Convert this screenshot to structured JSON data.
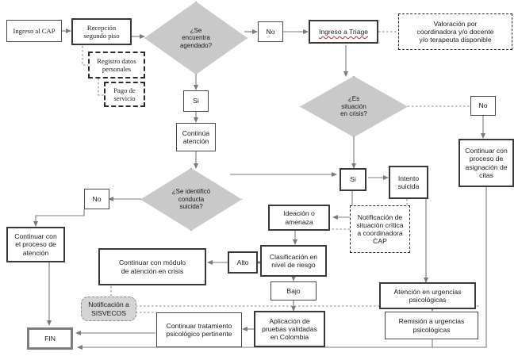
{
  "diagram": {
    "title": "Flujograma de atencion CAP - conducta suicida",
    "colors": {
      "decision_fill": "#c9c9c9",
      "note_fill": "#d4d4d4",
      "line": "#7a7a7a",
      "border_bold": "#3a3a3a",
      "border_thin": "#4a4a4a",
      "text": "#1a1a1a",
      "page_background": "#ffffff"
    },
    "nodes": [
      {
        "id": "ingreso_cap",
        "label": "Ingreso al CAP",
        "shape": "rect-thin"
      },
      {
        "id": "recepcion",
        "label": "Recepción\nsegundo piso",
        "shape": "rect-bold"
      },
      {
        "id": "registro_datos",
        "label": "Registro datos\npersonales",
        "shape": "rect-dashed-bold"
      },
      {
        "id": "pago_servicio",
        "label": "Pago de\nservicio",
        "shape": "rect-dashed-bold"
      },
      {
        "id": "dec_agendado",
        "label": "¿Se\nencuentra\nagendado?",
        "shape": "diamond"
      },
      {
        "id": "no_1",
        "label": "No",
        "shape": "rect-thin"
      },
      {
        "id": "si_1",
        "label": "Si",
        "shape": "rect-thin"
      },
      {
        "id": "continua_atencion",
        "label": "Continúa\natención",
        "shape": "rect-thin"
      },
      {
        "id": "ingreso_triage",
        "label": "Ingreso a Triage",
        "shape": "rect-bold"
      },
      {
        "id": "valoracion",
        "label": "Valoración por\ncoordinadora y/o docente\ny/o terapeuta disponible",
        "shape": "rect-dashed"
      },
      {
        "id": "dec_crisis",
        "label": "¿Es\nsituación\nen crisis?",
        "shape": "diamond"
      },
      {
        "id": "no_2",
        "label": "No",
        "shape": "rect-thin"
      },
      {
        "id": "continuar_citas",
        "label": "Continuar con\nproceso de\nasignación de\ncitas",
        "shape": "rect-bold"
      },
      {
        "id": "si_2",
        "label": "Si",
        "shape": "rect-bold"
      },
      {
        "id": "intento_suicida",
        "label": "Intento\nsuicida",
        "shape": "rect-bold"
      },
      {
        "id": "dec_conducta",
        "label": "¿Se identificó\nconducta\nsuicida?",
        "shape": "diamond"
      },
      {
        "id": "no_3",
        "label": "No",
        "shape": "rect-thin"
      },
      {
        "id": "continuar_proceso",
        "label": "Continuar con\nel proceso de\natención",
        "shape": "rect-bold"
      },
      {
        "id": "ideacion",
        "label": "Ideación o\namenaza",
        "shape": "rect-bold"
      },
      {
        "id": "notif_critica",
        "label": "Notificación de\nsituación crítica\na coordinadora\nCAP",
        "shape": "rect-dashed"
      },
      {
        "id": "clasificacion",
        "label": "Clasificación en\nnivel de riesgo",
        "shape": "rect-bold"
      },
      {
        "id": "alto",
        "label": "Alto",
        "shape": "rect-bold"
      },
      {
        "id": "modulo_crisis",
        "label": "Continuar con módulo\nde atención en crisis",
        "shape": "rect-bold"
      },
      {
        "id": "bajo",
        "label": "Bajo",
        "shape": "rect-thin"
      },
      {
        "id": "notif_sisvecos",
        "label": "Notificación a\nSISVECOS",
        "shape": "rect-round-grey"
      },
      {
        "id": "aplicacion_pruebas",
        "label": "Aplicación de\npruebas validadas\nen Colombia",
        "shape": "rect-bold"
      },
      {
        "id": "continuar_tratam",
        "label": "Continuar tratamiento\npsicológico pertinente",
        "shape": "rect-thin"
      },
      {
        "id": "atencion_urgencias",
        "label": "Atención en urgencias\npsicológicas",
        "shape": "rect-bold"
      },
      {
        "id": "remision_urgencias",
        "label": "Remisión a urgencias\npsicológicas",
        "shape": "rect-thin"
      },
      {
        "id": "fin",
        "label": "FIN",
        "shape": "rect-terminator"
      }
    ]
  }
}
